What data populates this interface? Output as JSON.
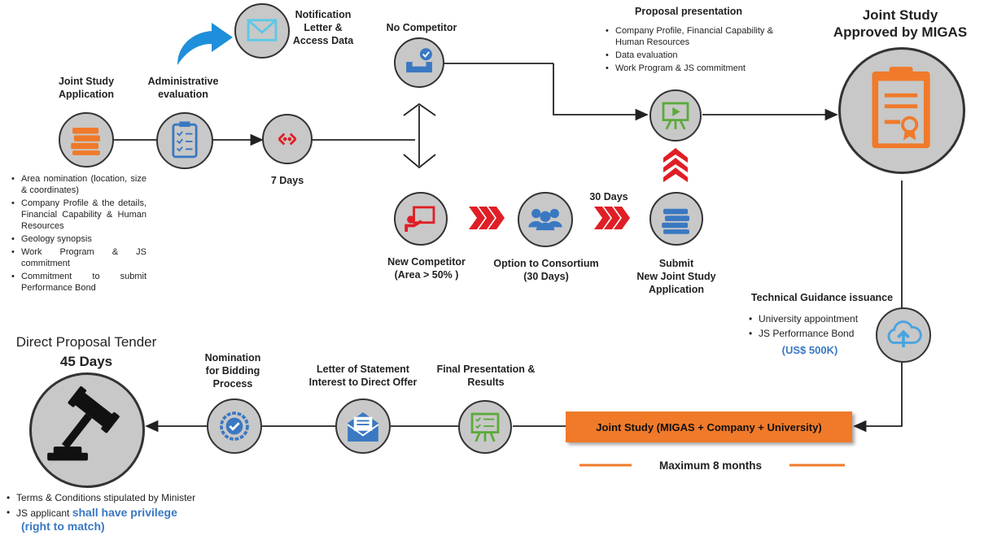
{
  "colors": {
    "orange": "#f07a2a",
    "red": "#e01e25",
    "blue": "#3a78c2",
    "green": "#5bab3b",
    "node": "#c8c8c8",
    "lightblue": "#4aa3df"
  },
  "icons": {
    "notification": "envelope-icon",
    "joint_study_app": "book-stack-icon",
    "admin_eval": "checklist-clipboard-icon",
    "seven_days": "network-dots-icon",
    "no_competitor": "inbox-check-icon",
    "proposal": "presentation-board-icon",
    "approved": "certificate-clipboard-icon",
    "new_competitor": "teacher-board-icon",
    "consortium": "group-people-icon",
    "submit_new": "book-stack-icon",
    "guidance": "cloud-upload-icon",
    "direct_tender": "gavel-icon",
    "nomination": "badge-check-icon",
    "letter": "open-envelope-icon",
    "final_presentation": "checklist-board-icon"
  },
  "labels": {
    "notification": "Notification\nLetter &\nAccess Data",
    "no_competitor": "No Competitor",
    "proposal_presentation": "Proposal presentation",
    "jsa_title": "Joint Study\nApplication",
    "admin_eval": "Administrative\nevaluation",
    "seven_days": "7 Days",
    "approved_title": "Joint Study\nApproved by MIGAS",
    "new_competitor": "New Competitor\n(Area > 50% )",
    "option_consortium": "Option to Consortium\n(30 Days)",
    "thirty_days": "30 Days",
    "submit_new": "Submit\nNew Joint Study\nApplication",
    "tech_guidance": "Technical Guidance issuance",
    "tech_amount": "(US$ 500K)",
    "direct_tender": "Direct Proposal Tender",
    "forty_five": "45 Days",
    "nomination": "Nomination\nfor Bidding\nProcess",
    "letter_statement": "Letter of Statement\nInterest to Direct Offer",
    "final_presentation": "Final Presentation &\nResults",
    "joint_study_bar": "Joint Study (MIGAS + Company + University)",
    "max_months": "Maximum 8 months"
  },
  "proposal_bullets": [
    "Company Profile, Financial Capability & Human Resources",
    "Data evaluation",
    "Work Program & JS commitment"
  ],
  "application_bullets": [
    "Area nomination (location, size & coordinates)",
    "Company Profile & the details, Financial Capability & Human Resources",
    "Geology synopsis",
    "Work Program & JS commitment",
    "Commitment to submit Performance Bond"
  ],
  "guidance_bullets": [
    "University appointment",
    "JS Performance Bond"
  ],
  "tender_bullets": {
    "first": "Terms & Conditions stipulated by Minister",
    "second_prefix": "JS applicant ",
    "second_highlight": "shall have privilege",
    "second_tail": "(right to match)"
  }
}
